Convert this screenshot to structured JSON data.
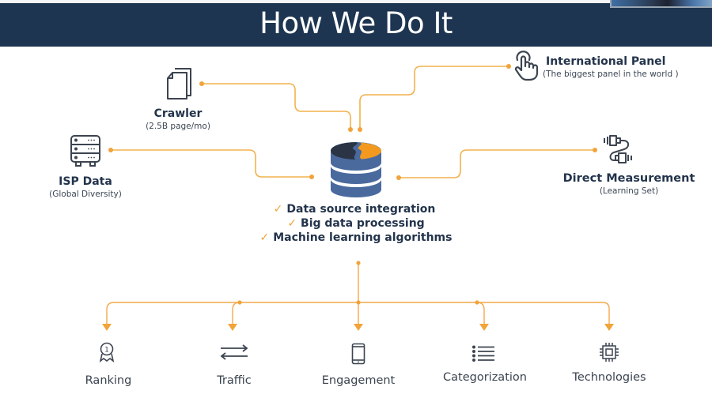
{
  "header": {
    "title": "How We Do It"
  },
  "colors": {
    "header_bg": "#1d3550",
    "accent": "#f2a33a",
    "title_text": "#23344b",
    "icon_stroke": "#3c4450",
    "db_blue": "#4a6a9e",
    "db_dark": "#2a3445",
    "db_orange": "#f39a1e"
  },
  "sources": [
    {
      "id": "crawler",
      "icon": "documents-icon",
      "title": "Crawler",
      "subtitle": "(2.5B page/mo)"
    },
    {
      "id": "international-panel",
      "icon": "hand-pointer-icon",
      "title": "International Panel",
      "subtitle": "(The biggest panel in the world )"
    },
    {
      "id": "isp-data",
      "icon": "server-icon",
      "title": "ISP Data",
      "subtitle": "(Global Diversity)"
    },
    {
      "id": "direct-measurement",
      "icon": "cable-connector-icon",
      "title": "Direct Measurement",
      "subtitle": "(Learning Set)"
    }
  ],
  "core": {
    "icon": "database-icon",
    "check_glyph": "✓",
    "capabilities": [
      "Data source integration",
      "Big data processing",
      "Machine learning algorithms"
    ]
  },
  "outputs": [
    {
      "icon": "award-ribbon-icon",
      "label": "Ranking"
    },
    {
      "icon": "arrows-exchange-icon",
      "label": "Traffic"
    },
    {
      "icon": "smartphone-icon",
      "label": "Engagement"
    },
    {
      "icon": "list-icon",
      "label": "Categorization"
    },
    {
      "icon": "chip-icon",
      "label": "Technologies"
    }
  ]
}
